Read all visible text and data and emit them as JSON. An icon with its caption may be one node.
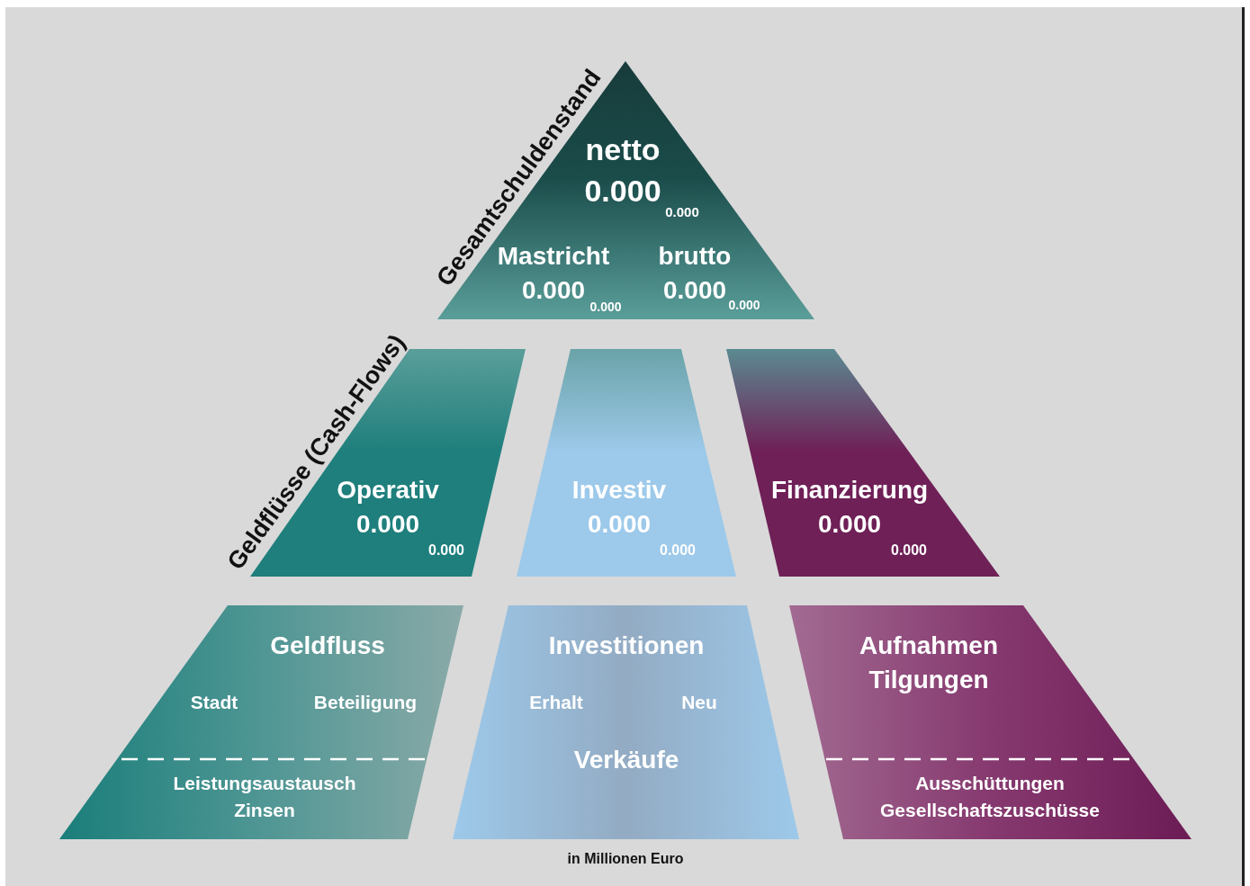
{
  "diagram": {
    "nodes": [
      {
        "text": [
          "Gesamtschuldenstand",
          "netto",
          "0.000",
          "0.000",
          "Mastricht",
          "0.000",
          "0.000",
          "brutto",
          "0.000",
          "0.000"
        ]
      },
      {
        "text": [
          "Operativ",
          "0.000",
          "0.000"
        ]
      },
      {
        "text": [
          "Investiv",
          "0.000",
          "0.000"
        ]
      },
      {
        "text": [
          "Finanzierung",
          "0.000",
          "0.000"
        ]
      },
      {
        "text": [
          "Geldfluss",
          "Stadt",
          "Beteiligung",
          "Leistungsaustausch",
          "Zinsen"
        ]
      },
      {
        "text": [
          "Investitionen",
          "Erhalt",
          "Neu",
          "Verkäufe"
        ]
      },
      {
        "text": [
          "Aufnahmen",
          "Tilgungen",
          "Ausschüttungen",
          "Gesellschaftszuschüsse"
        ]
      }
    ],
    "labels": [
      "Geldflüsse (Cash-Flows)",
      "in Millionen Euro"
    ]
  }
}
